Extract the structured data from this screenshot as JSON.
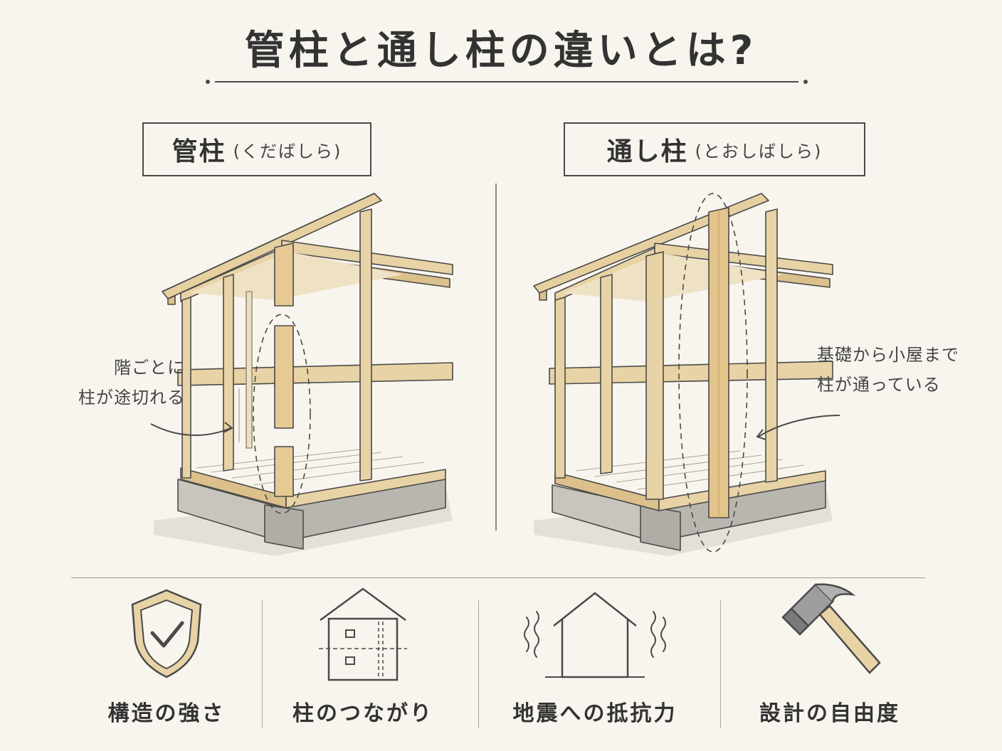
{
  "title": "管柱と通し柱の違いとは?",
  "left_panel": {
    "name": "管柱",
    "reading": "(くだばしら)",
    "note_lines": [
      "階ごとに",
      "柱が途切れる"
    ]
  },
  "right_panel": {
    "name": "通し柱",
    "reading": "(とおしばしら)",
    "note_lines": [
      "基礎から小屋まで",
      "柱が通っている"
    ]
  },
  "features": [
    {
      "label": "構造の強さ",
      "icon": "shield-check-icon"
    },
    {
      "label": "柱のつながり",
      "icon": "house-section-icon"
    },
    {
      "label": "地震への抵抗力",
      "icon": "house-earthquake-icon"
    },
    {
      "label": "設計の自由度",
      "icon": "hammer-icon"
    }
  ],
  "colors": {
    "wood": "#e8d3a6",
    "wood_dark": "#c9a46a",
    "line": "#4a4a4a",
    "background": "#f8f5ee",
    "concrete": "#b9b6b0"
  }
}
